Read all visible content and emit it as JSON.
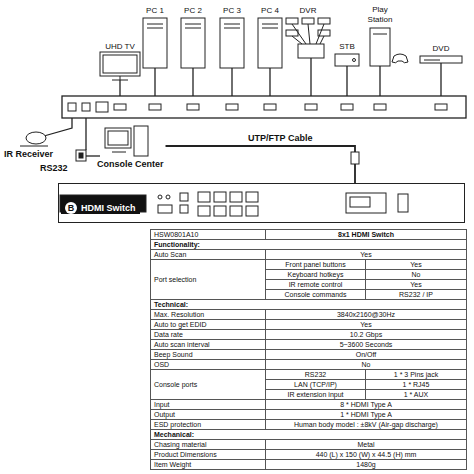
{
  "diagram": {
    "nodes": [
      {
        "text": [
          "UHD TV"
        ]
      },
      {
        "text": [
          "PC 1"
        ]
      },
      {
        "text": [
          "PC 2"
        ]
      },
      {
        "text": [
          "PC 3"
        ]
      },
      {
        "text": [
          "PC 4"
        ]
      },
      {
        "text": [
          "DVR"
        ]
      },
      {
        "text": [
          "STB"
        ]
      },
      {
        "text": [
          "Play Station"
        ]
      },
      {
        "text": [
          "DVD"
        ]
      },
      {
        "text": [
          "Console Center"
        ]
      },
      {
        "text": [
          "HDMI Switch"
        ]
      }
    ],
    "edges": [
      {
        "from": 9,
        "to": 10,
        "label": "UTP/FTP Cable",
        "arrow": "none"
      }
    ],
    "labels": [
      "IR Receiver",
      "RS232",
      "B",
      "HSW0801A10",
      "8x1 HDMI Switch",
      "Functionality:",
      "Auto Scan",
      "Yes",
      "Port selection",
      "Front panel buttons",
      "Yes",
      "Keyboard hotkeys",
      "No",
      "IR remote control",
      "Yes",
      "Console commands",
      "RS232 / IP",
      "Technical:",
      "Max. Resolution",
      "3840x2160@30Hz",
      "Auto to get EDID",
      "Yes",
      "Data rate",
      "10.2 Gbps",
      "Auto scan interval",
      "5~3600 Seconds",
      "Beep Sound",
      "On/Off",
      "OSD",
      "No",
      "Console ports",
      "RS232",
      "1 * 3 Pins jack",
      "LAN (TCP/IP)",
      "1 * RJ45",
      "IR extension input",
      "1 * AUX",
      "Input",
      "8 * HDMI Type A",
      "Output",
      "1 * HDMI Type A",
      "ESD protection",
      "Human body model : ±8kV (Air-gap discharge)",
      "Mechanical:",
      "Chasing material",
      "Metal",
      "Product Dimensions",
      "440 (L) x 150 (W) x 44.5 (H) mm",
      "Item Weight",
      "1480g"
    ]
  }
}
